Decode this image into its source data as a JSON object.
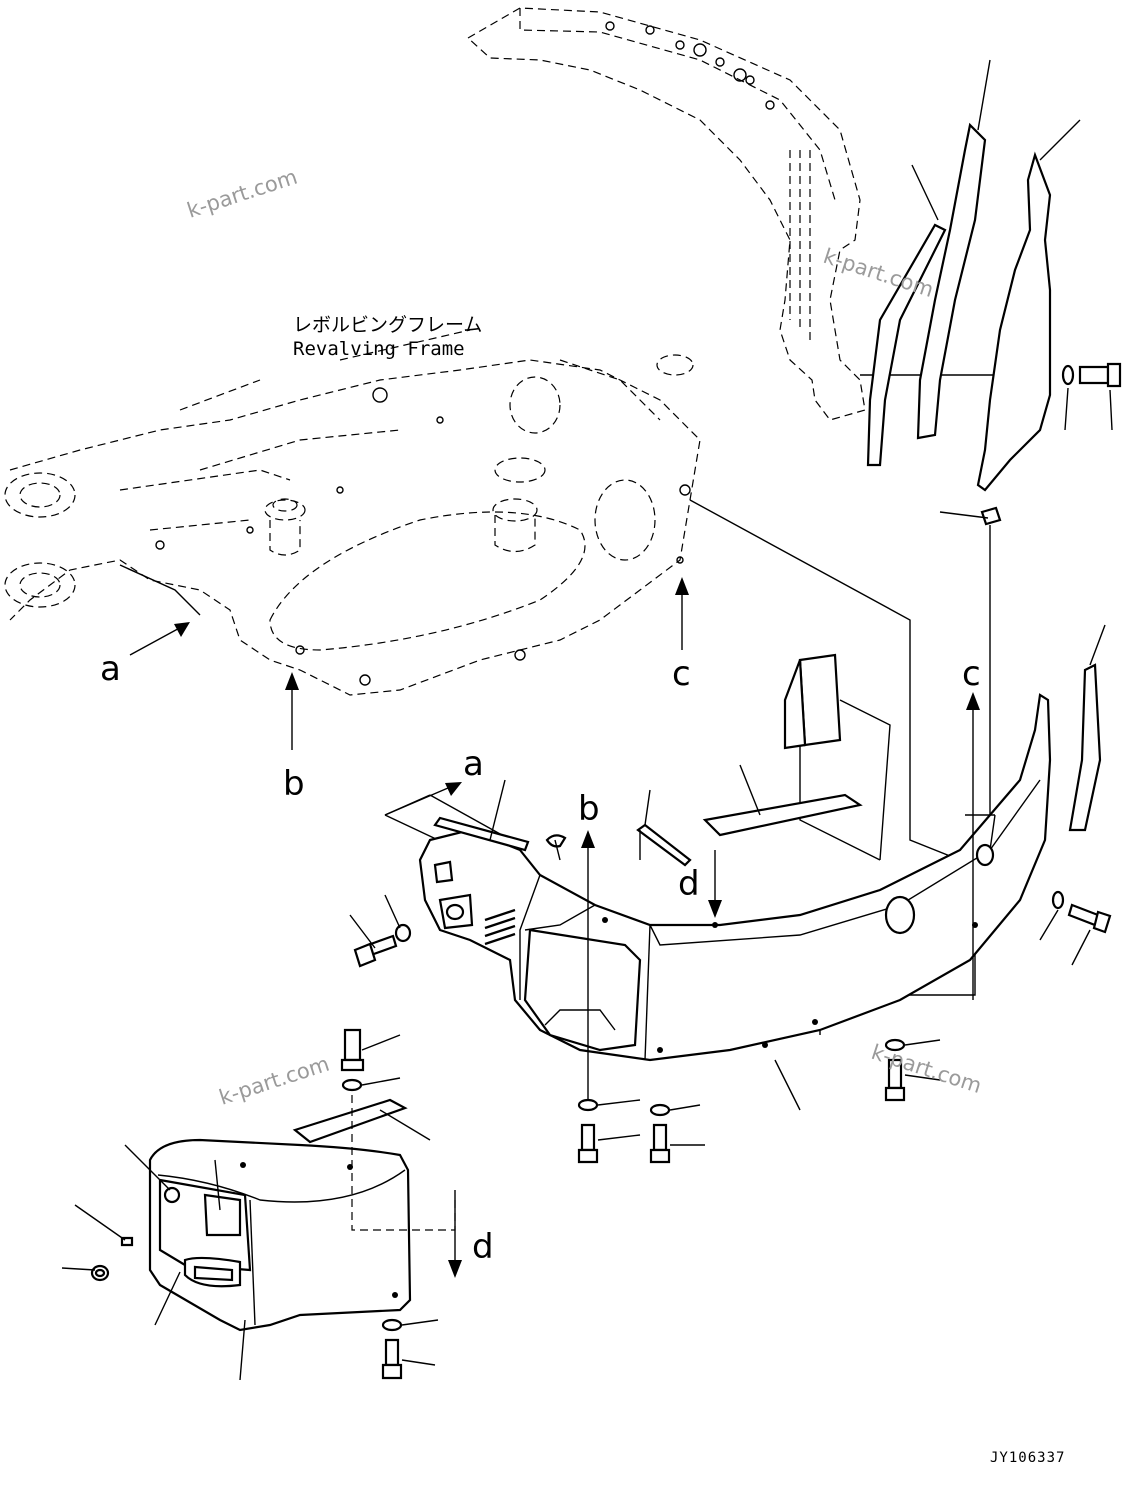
{
  "title": {
    "japanese": "レボルビングフレーム",
    "english": "Revalving Frame"
  },
  "watermarks": [
    "k-part.com",
    "k-part.com",
    "k-part.com",
    "k-part.com"
  ],
  "reference_letters": {
    "a_frame": "a",
    "b_frame": "b",
    "c_frame": "c",
    "a_counterweight": "a",
    "b_counterweight": "b",
    "c_counterweight": "c",
    "d_counterweight": "d",
    "d_cover": "d"
  },
  "drawing_code": "JY106337"
}
